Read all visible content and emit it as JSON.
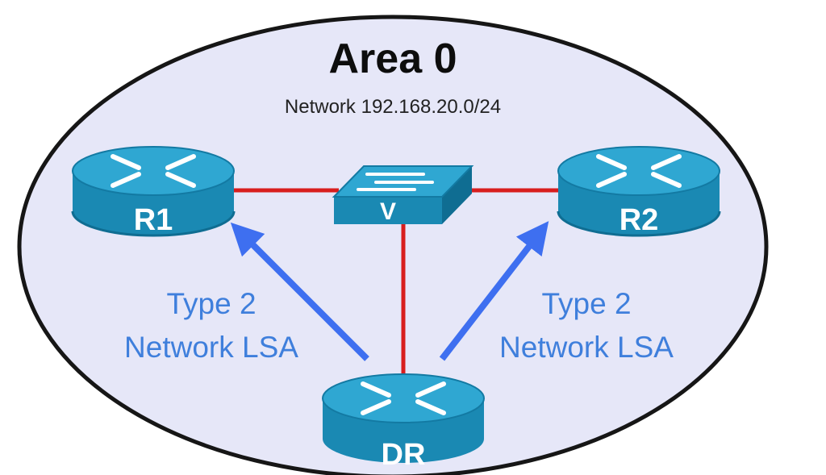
{
  "area": {
    "title": "Area 0",
    "subtitle": "Network 192.168.20.0/24"
  },
  "nodes": {
    "r1": {
      "label": "R1",
      "icon": "router-icon"
    },
    "r2": {
      "label": "R2",
      "icon": "router-icon"
    },
    "dr": {
      "label": "DR",
      "icon": "router-icon"
    },
    "switch": {
      "label": "V",
      "icon": "switch-icon"
    }
  },
  "annotations": {
    "left": {
      "line1": "Type 2",
      "line2": "Network LSA"
    },
    "right": {
      "line1": "Type 2",
      "line2": "Network LSA"
    }
  },
  "colors": {
    "area_fill": "#e6e7f8",
    "area_stroke": "#161616",
    "link": "#d81e1e",
    "arrow": "#3e6ff0",
    "device_body": "#1a89b3",
    "device_dark": "#0f6d92",
    "device_top": "#2fa7d2"
  }
}
